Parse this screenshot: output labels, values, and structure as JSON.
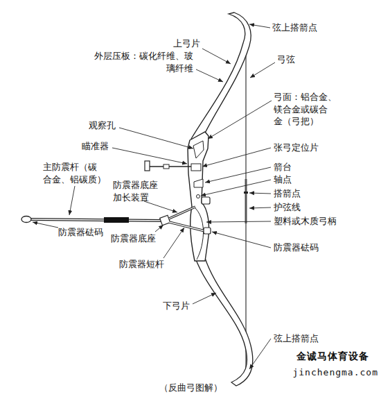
{
  "diagram": {
    "caption": "（反曲弓图解）",
    "labels": [
      "弦上搭箭点",
      "上弓片",
      "外层压板：碳化纤维、玻 璃纤维",
      "弓弦",
      "弓面：铝合金、 镁合金或碳合 金（弓把）",
      "观察孔",
      "瞄准器",
      "张弓定位片",
      "主防震杆（碳 合金、铝碳质）",
      "箭台",
      "防震器底座 加长装置",
      "轴点",
      "搭箭点",
      "护弦线",
      "塑料或木质弓柄",
      "防震器砝码",
      "防震器底座",
      "防震器砝码",
      "防震器短杆",
      "下弓片",
      "弦上搭箭点",
      "金诚马体育设备",
      "jinchengma.com"
    ]
  }
}
